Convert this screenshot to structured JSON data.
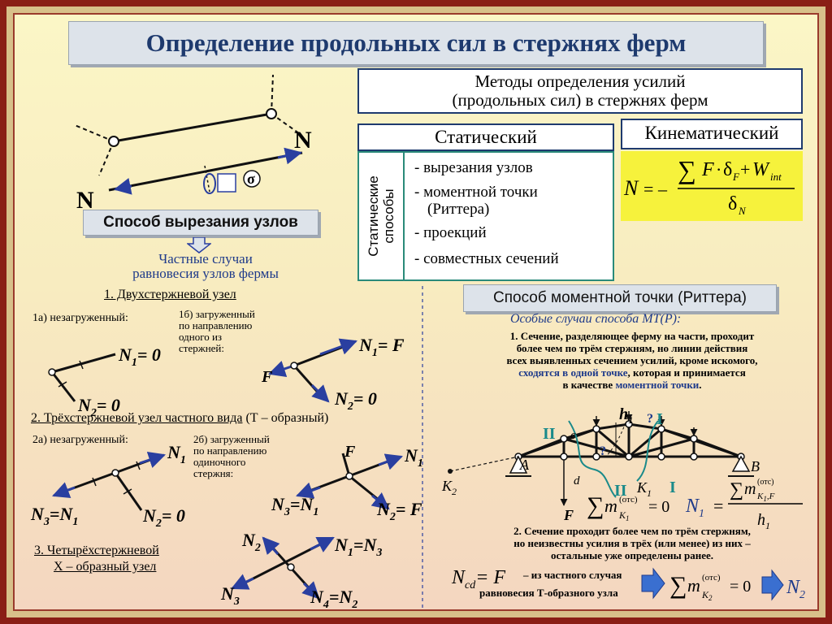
{
  "title": "Определение продольных сил в стержнях ферм",
  "methods_box": {
    "line1": "Методы определения усилий",
    "line2": "(продольных сил) в стержнях ферм"
  },
  "static_header": "Статический",
  "kinematic_header": "Кинематический",
  "static_vertical_label": {
    "line1": "Статические",
    "line2": "способы"
  },
  "static_methods": [
    "- вырезания узлов",
    "- моментной точки",
    "(Риттера)",
    "- проекций",
    "- совместных сечений"
  ],
  "kinematic_formula": {
    "lhs": "N",
    "eq": "=",
    "minus": "–",
    "sum": "∑",
    "num_F": "F",
    "dot": "·",
    "delta": "δ",
    "sub_F": "F",
    "plus": "+",
    "W": "W",
    "sub_int": "int",
    "den_delta": "δ",
    "sub_N": "N"
  },
  "top_diagram": {
    "N_right": "N",
    "N_left": "N",
    "sigma": "σ"
  },
  "method_nodes_label": "Способ вырезания узлов",
  "special_cases": {
    "line1": "Частные случаи",
    "line2": "равновесия узлов фермы"
  },
  "case1": {
    "title": "1. Двухстержневой узел",
    "a_label": "1а) незагруженный:",
    "b_label": {
      "line1": "1б) загруженный",
      "line2": "по направлению",
      "line3": "одного   из",
      "line4": "стержней:"
    },
    "a_N1": "N",
    "a_N1_sub": "1",
    "a_N1_val": "= 0",
    "a_N2": "N",
    "a_N2_sub": "2",
    "a_N2_val": "= 0",
    "b_N1": "N",
    "b_N1_sub": "1",
    "b_N1_val": "= F",
    "b_N2": "N",
    "b_N2_sub": "2",
    "b_N2_val": "= 0",
    "b_F": "F"
  },
  "case2": {
    "title": "2. Трёхстержневой узел частного вида",
    "title_suffix": "(Т – образный)",
    "a_label": "2а) незагруженный:",
    "b_label": {
      "line1": "2б) загруженный",
      "line2": "по направлению",
      "line3": "одиночного",
      "line4": "стержня:"
    },
    "a_N1": "N",
    "a_N1_sub": "1",
    "a_N3": "N",
    "a_N3_sub": "3",
    "a_eq": "=",
    "a_N1b": "N",
    "a_N1b_sub": "1",
    "a_N2": "N",
    "a_N2_sub": "2",
    "a_N2_val": "= 0",
    "b_F": "F",
    "b_N1": "N",
    "b_N1_sub": "1",
    "b_N3": "N",
    "b_N3_sub": "3",
    "b_eq": "=",
    "b_N1b": "N",
    "b_N1b_sub": "1",
    "b_N2": "N",
    "b_N2_sub": "2",
    "b_N2_val": "= F"
  },
  "case3": {
    "title_line1": "3. Четырёхстержневой",
    "title_line2": "Х – образный узел",
    "N2": "N",
    "N2_sub": "2",
    "N1": "N",
    "N1_sub": "1",
    "eq1": "=",
    "N3b": "N",
    "N3b_sub": "3",
    "N3": "N",
    "N3_sub": "3",
    "N4": "N",
    "N4_sub": "4",
    "eq2": "=",
    "N2b": "N",
    "N2b_sub": "2"
  },
  "ritter_label": "Способ моментной точки (Риттера)",
  "ritter_special": "Особые случаи способа МТ(Р):",
  "ritter_case1": {
    "line1": "1. Сечение, разделяющее ферму на части, проходит",
    "line2": "более чем по трём стержням, но линии действия",
    "line3": "всех выявленных сечением усилий, кроме искомого,",
    "line4_blue": "сходятся в одной точке",
    "line4_rest": ", которая и принимается",
    "line5_start": "в качестве ",
    "line5_blue": "моментной точки",
    "line5_end": "."
  },
  "truss": {
    "II_left": "II",
    "c": "c",
    "h1": "h",
    "h1_sub": "1",
    "q": "?",
    "I_top": "I",
    "A": "A",
    "B": "B",
    "K2": "K",
    "K2_sub": "2",
    "d": "d",
    "K1": "K",
    "K1_sub": "1",
    "II_bottom": "II",
    "I_bottom": "I",
    "F": "F"
  },
  "ritter_formula1": {
    "sum": "∑",
    "m": "m",
    "sup": "(отс)",
    "sub": "K",
    "sub2": "1",
    "eq0": "= 0",
    "N1": "N",
    "N1_sub": "1",
    "eq": "=",
    "num_sum": "∑",
    "num_m": "m",
    "num_sup": "(отс)",
    "num_sub": "K",
    "num_sub2": "1",
    "num_subF": ",F",
    "den_h": "h",
    "den_sub": "1"
  },
  "ritter_case2": {
    "line1": "2. Сечение проходит более чем по трём стержням,",
    "line2": "но неизвестны усилия в трёх (или менее) из них –",
    "line3": "остальные уже определены ранее."
  },
  "ritter_formula2": {
    "N": "N",
    "sub": "cd",
    "eq": "= F",
    "note1": "– из частного случая",
    "note2": "равновесия Т-образного узла",
    "sum": "∑",
    "m": "m",
    "sup": "(отс)",
    "msub": "K",
    "msub2": "2",
    "eq0": "= 0",
    "N2": "N",
    "N2_sub": "2"
  },
  "colors": {
    "accent_blue": "#1e3a8a",
    "title_blue": "#1e3a6e",
    "teal": "#2a8a7a",
    "yellow": "#f6f23c"
  }
}
